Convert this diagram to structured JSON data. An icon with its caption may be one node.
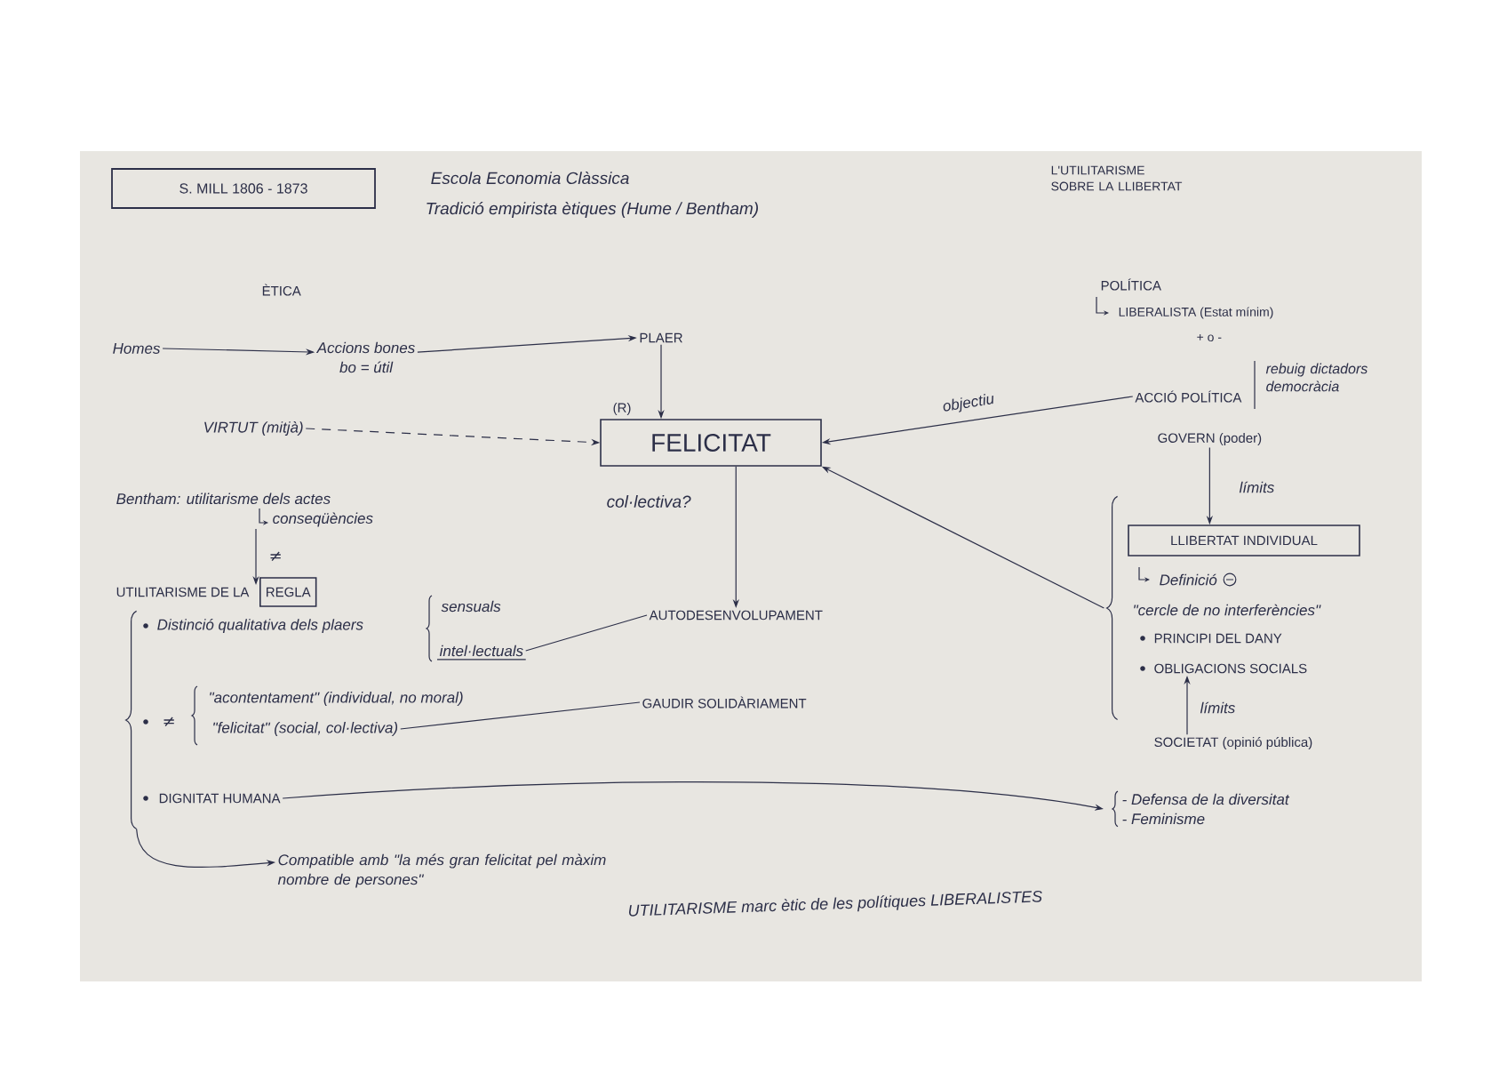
{
  "diagram": {
    "title": "L'UTILITARISME SOBRE LA LLIBERTAT",
    "nodes": [
      {
        "text": [
          "S. MILL 1806 - 1873"
        ]
      },
      {
        "text": [
          "Homes"
        ]
      },
      {
        "text": [
          "Accions bones",
          "bo = útil"
        ]
      },
      {
        "text": [
          "PLAER"
        ]
      },
      {
        "text": [
          "FELICITAT"
        ],
        "beside": [
          "(R)",
          "col·lectiva?"
        ]
      },
      {
        "text": [
          "VIRTUT (mitjà)"
        ]
      },
      {
        "text": [
          "Bentham: utilitarisme dels actes",
          "conseqüències"
        ]
      },
      {
        "text": [
          "UTILITARISME DE LA"
        ]
      },
      {
        "text": [
          "REGLA"
        ]
      },
      {
        "text": [
          "intel·lectuals"
        ]
      },
      {
        "text": [
          "AUTODESENVOLUPAMENT"
        ]
      },
      {
        "text": [
          "\"felicitat\" (social, col·lectiva)"
        ]
      },
      {
        "text": [
          "GAUDIR SOLIDÀRIAMENT"
        ]
      },
      {
        "text": [
          "DIGNITAT HUMANA"
        ]
      },
      {
        "text": [
          "Compatible amb \"la més gran felicitat pel màxim nombre de persones\""
        ]
      },
      {
        "text": [
          "ACCIÓ POLÍTICA"
        ]
      },
      {
        "text": [
          "GOVERN (poder)"
        ]
      },
      {
        "text": [
          "LLIBERTAT INDIVIDUAL"
        ]
      },
      {
        "text": [
          "OBLIGACIONS SOCIALS"
        ]
      },
      {
        "text": [
          "SOCIETAT (opinió pública)"
        ]
      },
      {
        "text": [
          "- Defensa de la diversitat",
          "- Feminisme"
        ]
      },
      {
        "text": [],
        "shape": "brace"
      },
      {
        "text": [],
        "shape": "brace"
      }
    ],
    "edges": [
      {
        "from": 1,
        "to": 2,
        "arrow": "to"
      },
      {
        "from": 2,
        "to": 3,
        "arrow": "to"
      },
      {
        "from": 3,
        "to": 4,
        "arrow": "to"
      },
      {
        "from": 5,
        "to": 4,
        "arrow": "to",
        "style": "dashed"
      },
      {
        "from": 6,
        "to": 7,
        "arrow": "to",
        "label": "≠"
      },
      {
        "from": 4,
        "to": 10,
        "arrow": "to"
      },
      {
        "from": 9,
        "to": 10,
        "arrow": "none"
      },
      {
        "from": 11,
        "to": 12,
        "arrow": "none"
      },
      {
        "from": 13,
        "to": 20,
        "arrow": "to"
      },
      {
        "from": 21,
        "to": 14,
        "arrow": "to"
      },
      {
        "from": 15,
        "to": 4,
        "arrow": "to",
        "label": "objectiu"
      },
      {
        "from": 16,
        "to": 17,
        "arrow": "to",
        "label": "límits"
      },
      {
        "from": 19,
        "to": 18,
        "arrow": "to",
        "label": "límits"
      },
      {
        "from": 22,
        "to": 4,
        "arrow": "to"
      }
    ],
    "labels": [
      "Escola Economia Clàssica",
      "Tradició empirista ètiques (Hume / Bentham)",
      "ÈTICA",
      "POLÍTICA",
      "LIBERALISTA (Estat mínim)",
      "+ o -",
      "rebuig dictadors democràcia",
      "Distinció qualitativa dels plaers",
      "sensuals",
      "≠",
      "\"acontentament\" (individual, no moral)",
      "Definició",
      "\"cercle de no interferències\"",
      "PRINCIPI DEL DANY",
      "UTILITARISME marc ètic de les polítiques LIBERALISTES"
    ]
  }
}
